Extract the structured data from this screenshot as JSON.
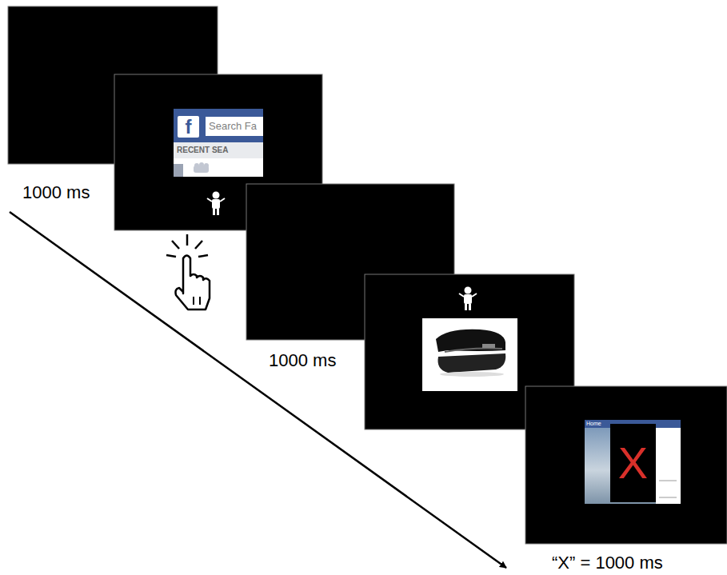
{
  "diagram": {
    "labels": [
      "1000 ms",
      "f",
      "Search Fa",
      "RECENT SEA",
      "1000 ms",
      "Home",
      "X",
      "“X” = 1000 ms"
    ]
  }
}
